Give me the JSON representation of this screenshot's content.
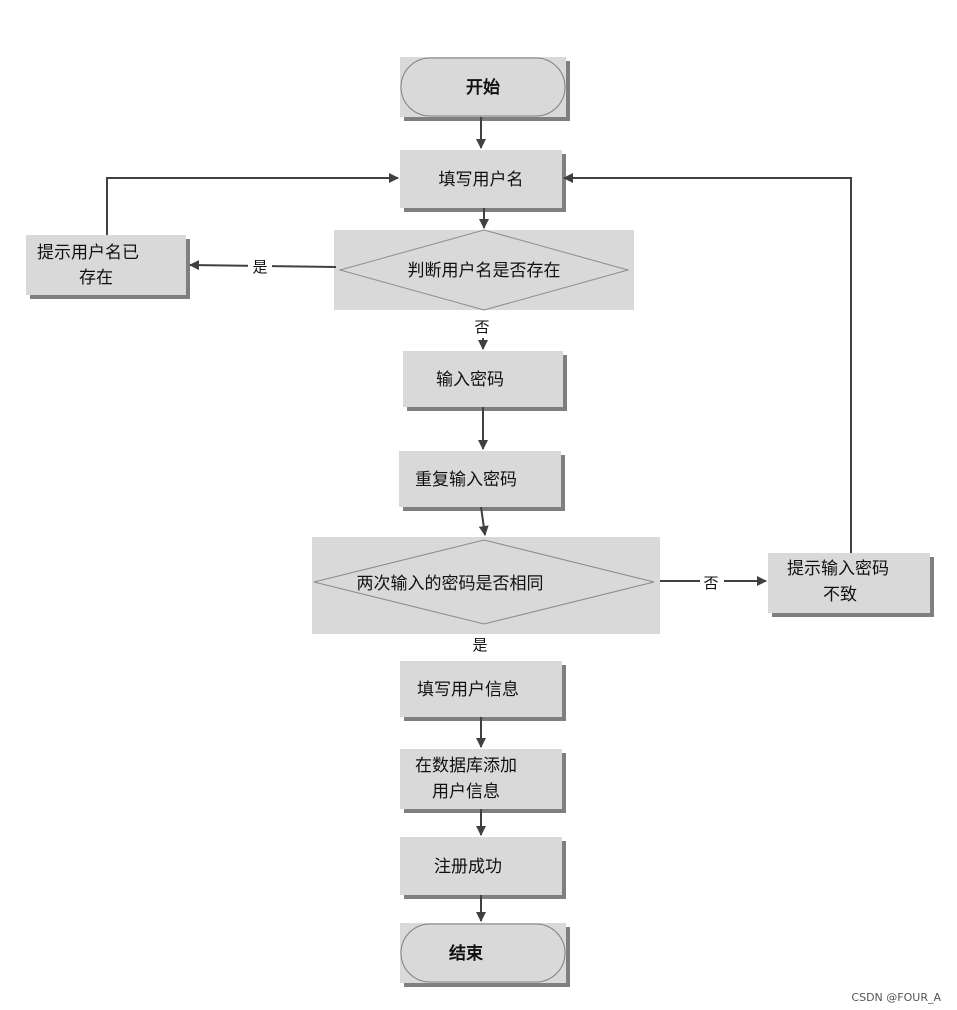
{
  "diagram": {
    "nodes": {
      "start": "开始",
      "fill_username": "填写用户名",
      "check_username": "判断用户名是否存在",
      "username_exists_line1": "提示用户名已",
      "username_exists_line2": "存在",
      "enter_password": "输入密码",
      "repeat_password": "重复输入密码",
      "compare_passwords": "两次输入的密码是否相同",
      "mismatch_line1": "提示输入密码",
      "mismatch_line2": "不致",
      "fill_userinfo": "填写用户信息",
      "db_add_line1": "在数据库添加",
      "db_add_line2": "用户信息",
      "register_success": "注册成功",
      "end": "结束"
    },
    "edges": {
      "yes_1": "是",
      "no_1": "否",
      "no_2": "否",
      "yes_2": "是"
    }
  },
  "watermark": "CSDN @FOUR_A",
  "colors": {
    "box_fill": "#d9d9d9",
    "shadow": "#7f7f7f",
    "line": "#404040"
  }
}
